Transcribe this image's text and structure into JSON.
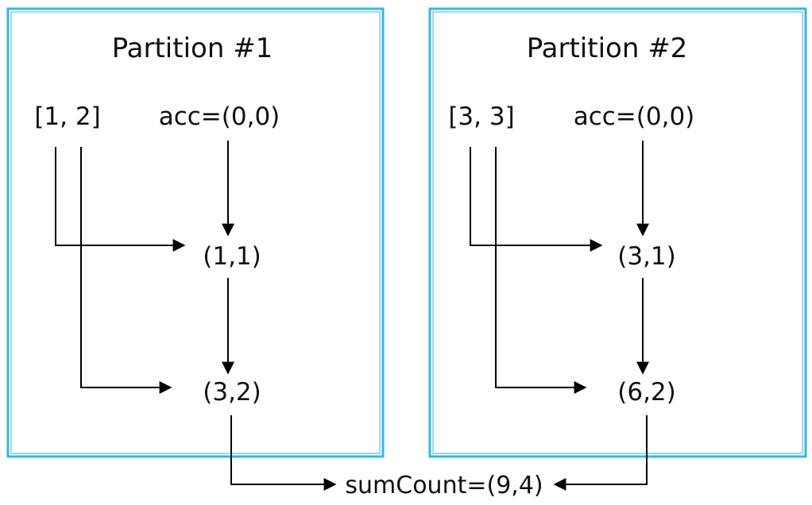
{
  "partitions": [
    {
      "title": "Partition #1",
      "input": "[1, 2]",
      "accumulator": "acc=(0,0)",
      "step1": "(1,1)",
      "step2": "(3,2)"
    },
    {
      "title": "Partition #2",
      "input": "[3, 3]",
      "accumulator": "acc=(0,0)",
      "step1": "(3,1)",
      "step2": "(6,2)"
    }
  ],
  "result": "sumCount=(9,4)",
  "colors": {
    "partition_border": "#35b6e6",
    "arrow": "#000000",
    "text": "#111111",
    "background": "#ffffff"
  }
}
